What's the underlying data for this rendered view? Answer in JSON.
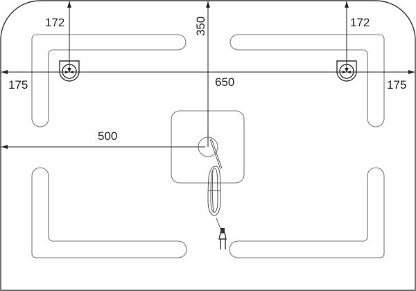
{
  "dimensions": {
    "mount_left_from_top": "172",
    "mount_right_from_top": "172",
    "outlet_from_top": "350",
    "mount_left_from_edge": "175",
    "mount_spacing": "650",
    "mount_right_from_edge": "175",
    "outlet_from_left": "500"
  },
  "colors": {
    "line": "#333333",
    "strip": "#777777"
  }
}
